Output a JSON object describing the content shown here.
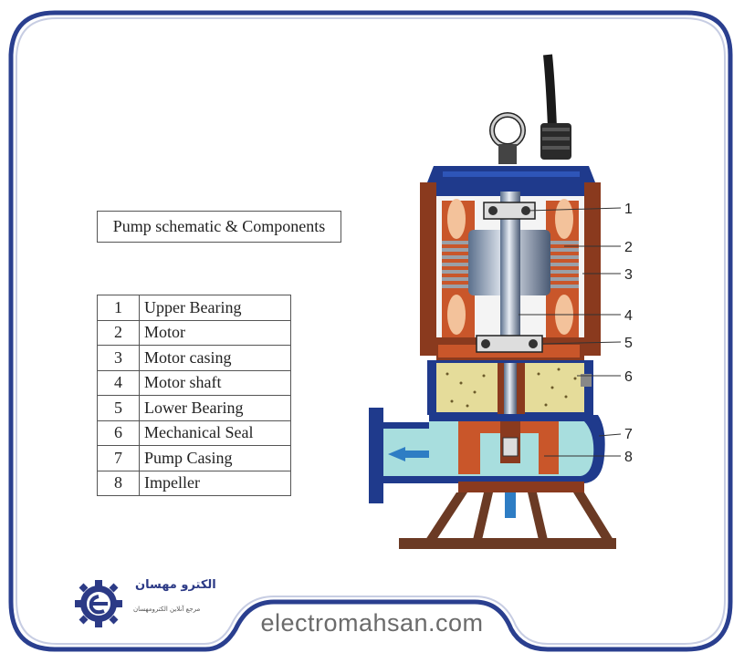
{
  "title": "Pump schematic & Components",
  "components": [
    {
      "number": "1",
      "name": "Upper Bearing"
    },
    {
      "number": "2",
      "name": "Motor"
    },
    {
      "number": "3",
      "name": "Motor casing"
    },
    {
      "number": "4",
      "name": "Motor shaft"
    },
    {
      "number": "5",
      "name": "Lower Bearing"
    },
    {
      "number": "6",
      "name": "Mechanical Seal"
    },
    {
      "number": "7",
      "name": "Pump Casing"
    },
    {
      "number": "8",
      "name": "Impeller"
    }
  ],
  "callouts": [
    "1",
    "2",
    "3",
    "4",
    "5",
    "6",
    "7",
    "8"
  ],
  "website": "electromahsan.com",
  "logo": {
    "arabic_name": "الكترو مهسان",
    "arabic_tagline": "مرجع آنلاین الکترومهسان"
  },
  "colors": {
    "frame_blue": "#2a3f8f",
    "casing_blue": "#1f3a8c",
    "motor_copper": "#c9562a",
    "housing_brown": "#8a3a1e",
    "water": "#a8dede",
    "seal_sand": "#e5dc9a",
    "base_brown": "#6b3a24"
  }
}
